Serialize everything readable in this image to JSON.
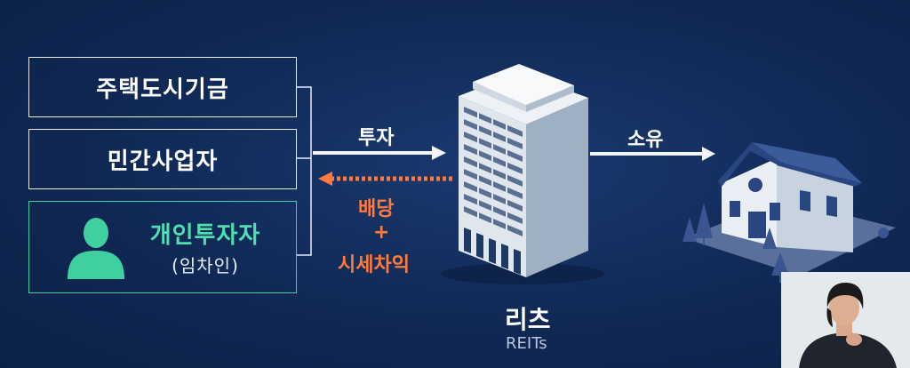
{
  "funders": [
    {
      "label": "주택도시기금"
    },
    {
      "label": "민간사업자"
    },
    {
      "label": "개인투자자",
      "sub": "(임차인)"
    }
  ],
  "flows": {
    "invest": "투자",
    "return_line1": "배당",
    "return_line2": "+",
    "return_line3": "시세차익",
    "own": "소유"
  },
  "reits": {
    "title": "리츠",
    "subtitle": "REITs"
  },
  "colors": {
    "background": "#0f2752",
    "accent_green": "#3fd0a0",
    "accent_orange": "#ff7a3c",
    "box_border": "#e8eef8"
  },
  "icons": [
    "person-icon",
    "office-building-icon",
    "house-icon"
  ]
}
